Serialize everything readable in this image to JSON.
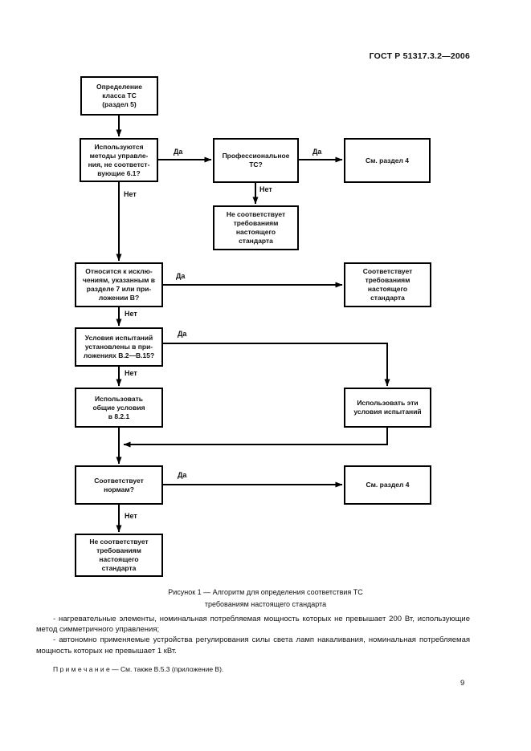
{
  "header": {
    "document_code": "ГОСТ Р 51317.3.2—2006"
  },
  "flowchart": {
    "nodes": [
      {
        "id": "define-class",
        "label": "Определение\nкласса ТС\n(раздел 5)"
      },
      {
        "id": "control-methods-question",
        "label": "Используются\nметоды управле-\nния, не соответст-\nвующие 6.1?"
      },
      {
        "id": "professional-question",
        "label": "Профессиональное\nТС?"
      },
      {
        "id": "see-section-4-top",
        "label": "См. раздел 4"
      },
      {
        "id": "not-compliant-mid",
        "label": "Не соответствует\nтребованиям\nнастоящего\nстандарта"
      },
      {
        "id": "exceptions-question",
        "label": "Относится к исклю-\nчениям, указанным в\nразделе 7 или при-\nложении В?"
      },
      {
        "id": "compliant",
        "label": "Соответствует\nтребованиям\nнастоящего\nстандарта"
      },
      {
        "id": "test-conditions-question",
        "label": "Условия испытаний\nустановлены в при-\nложениях В.2—В.15?"
      },
      {
        "id": "use-general-conditions",
        "label": "Использовать\nобщие условия\nв 8.2.1"
      },
      {
        "id": "use-these-conditions",
        "label": "Использовать эти\nусловия испытаний"
      },
      {
        "id": "meets-limits-question",
        "label": "Соответствует\nнормам?"
      },
      {
        "id": "see-section-4-bottom",
        "label": "См. раздел 4"
      },
      {
        "id": "not-compliant-bottom",
        "label": "Не соответствует\nтребованиям\nнастоящего\nстандарта"
      }
    ],
    "edge_labels": [
      {
        "text": "Да"
      },
      {
        "text": "Да"
      },
      {
        "text": "Нет"
      },
      {
        "text": "Нет"
      },
      {
        "text": "Да"
      },
      {
        "text": "Нет"
      },
      {
        "text": "Да"
      },
      {
        "text": "Нет"
      },
      {
        "text": "Да"
      },
      {
        "text": "Нет"
      }
    ]
  },
  "figure": {
    "caption_line1": "Рисунок 1 — Алгоритм для определения соответствия ТС",
    "caption_line2": "требованиям настоящего стандарта"
  },
  "body": {
    "paragraphs": [
      "- нагревательные элементы, номинальная потребляемая мощность которых не превышает 200 Вт, использующие метод симметричного управления;",
      "- автономно применяемые устройства регулирования силы света ламп накаливания, номинальная потребляемая мощность которых не превышает 1 кВт."
    ],
    "note": "П р и м е ч а н и е — См. также В.5.3 (приложение В)."
  },
  "footer": {
    "page_number": "9"
  },
  "colors": {
    "ink": "#111111",
    "paper": "#ffffff"
  }
}
